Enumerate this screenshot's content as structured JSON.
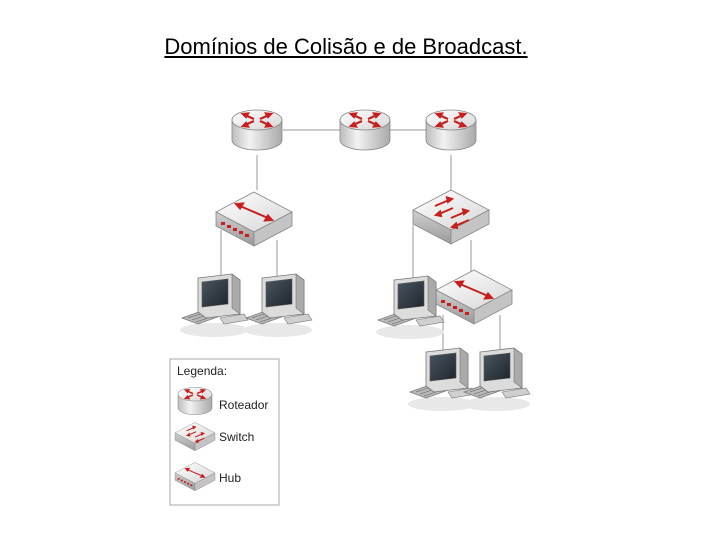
{
  "title": "Domínios de Colisão e de Broadcast.",
  "legend": {
    "heading": "Legenda:",
    "items": [
      {
        "icon": "router-icon",
        "label": "Roteador"
      },
      {
        "icon": "switch-icon",
        "label": "Switch"
      },
      {
        "icon": "hub-icon",
        "label": "Hub"
      }
    ]
  },
  "colors": {
    "device_gray": "#dcdcdc",
    "arrow_red": "#d42020",
    "line": "#999999"
  }
}
